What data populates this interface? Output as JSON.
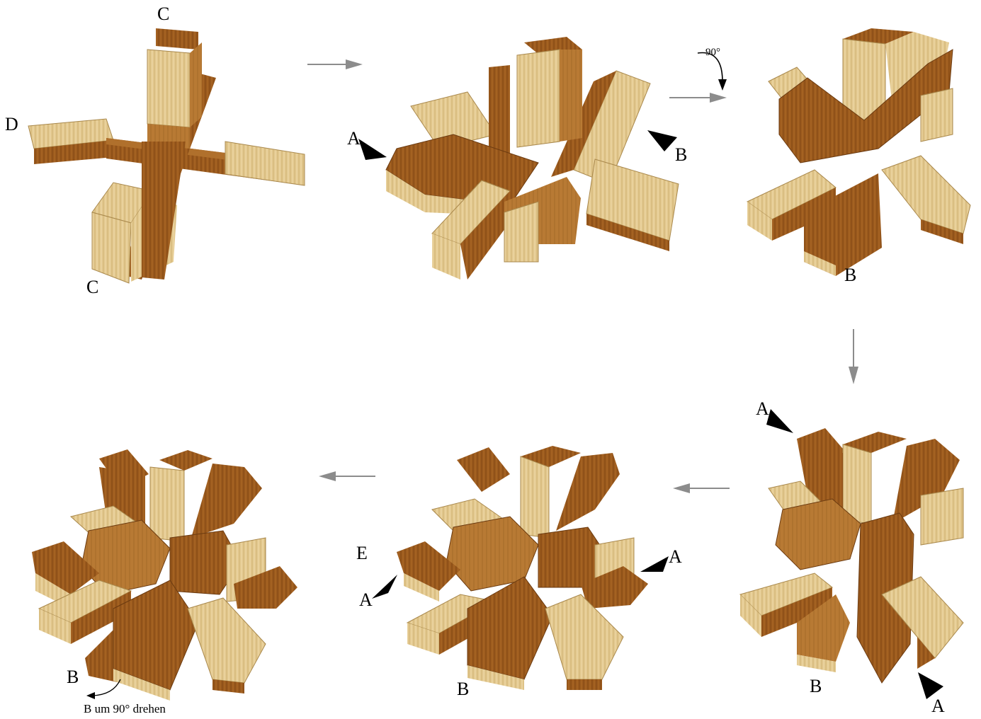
{
  "stages": [
    {
      "name": "stage-1"
    },
    {
      "name": "stage-2"
    },
    {
      "name": "stage-3"
    },
    {
      "name": "stage-4"
    },
    {
      "name": "stage-5"
    },
    {
      "name": "stage-6"
    }
  ],
  "labels": {
    "s1_c_top": "C",
    "s1_d": "D",
    "s1_c_bottom": "C",
    "s2_a": "A",
    "s2_b": "B",
    "s3_rotation": "90°",
    "s3_b": "B",
    "s4_a_top": "A",
    "s4_b": "B",
    "s4_a_bottom": "A",
    "s5_e": "E",
    "s5_a_left": "A",
    "s5_a_right": "A",
    "s5_b": "B",
    "s6_b": "B",
    "s6_note": "B um 90° drehen"
  },
  "colors": {
    "light_wood": "#e3c98f",
    "light_wood_shade": "#cfae6a",
    "dark_wood": "#9b5a1d",
    "dark_wood_shade": "#7a4313",
    "mid_wood": "#b87a34",
    "flow_arrow": "#8c8c8c",
    "pointer": "#000000"
  },
  "icons": [
    "flow-arrow-right-icon",
    "flow-arrow-down-icon",
    "flow-arrow-left-icon",
    "pointer-triangle-icon",
    "rotate-arrow-icon"
  ]
}
